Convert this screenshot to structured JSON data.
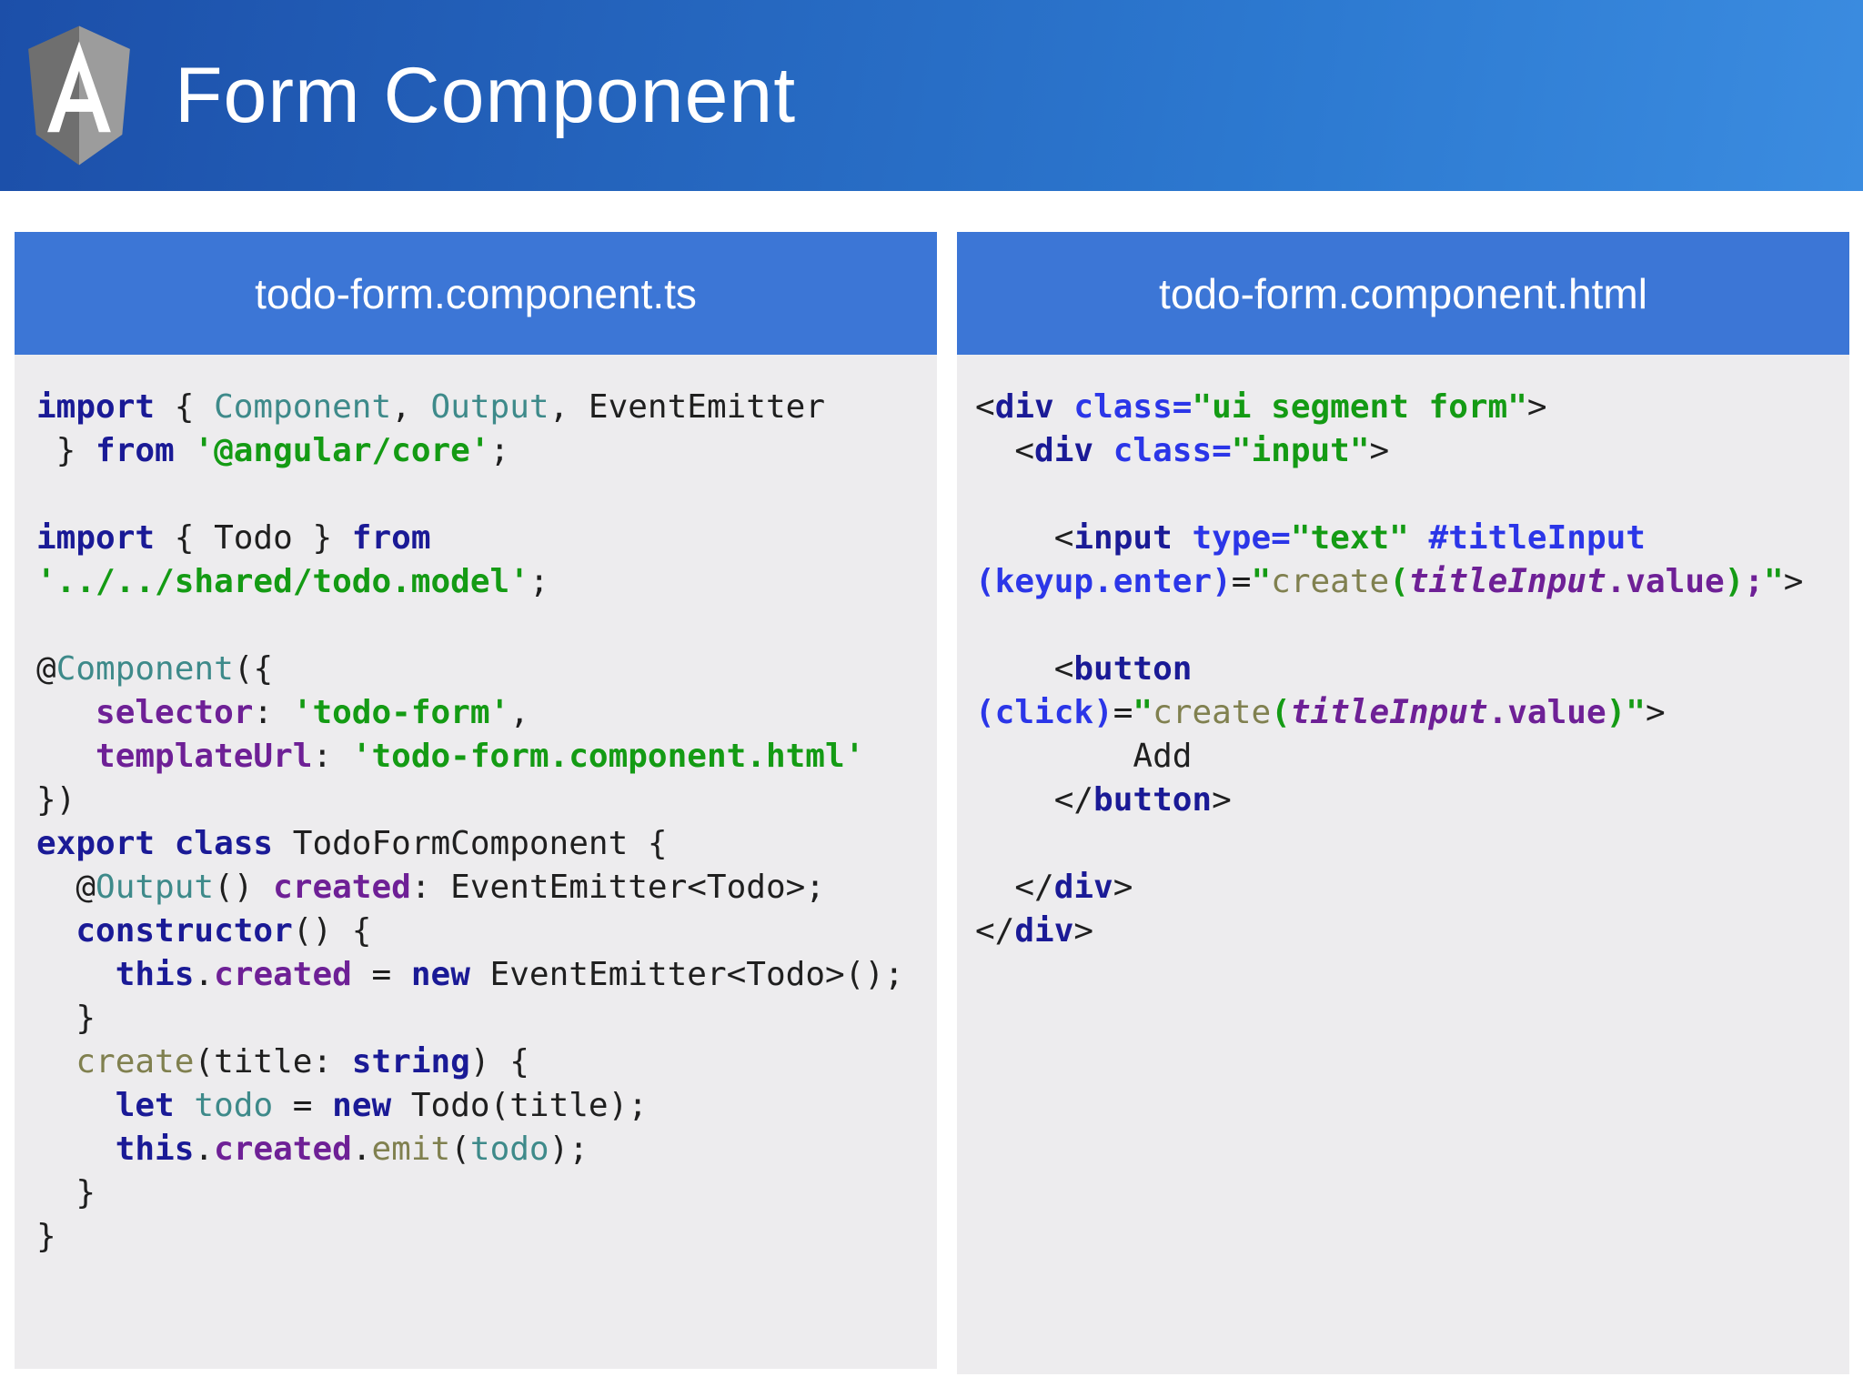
{
  "header": {
    "title": "Form Component",
    "logo_icon": "angular-shield-logo",
    "gradient_from": "#1c4fa9",
    "gradient_to": "#3b8ce0",
    "title_color": "#ffffff"
  },
  "colors": {
    "panel_title_bg": "#3c76d6",
    "code_bg": "#edecee",
    "keyword": "#1a1a96",
    "type": "#3e8a8a",
    "string": "#149b14",
    "property": "#6e2096",
    "function": "#80804f",
    "attribute": "#2b36e8",
    "plain": "#1f1f1f"
  },
  "panels": [
    {
      "title": "todo-form.component.ts",
      "lines": [
        [
          [
            "kw",
            "import"
          ],
          [
            "pln",
            " { "
          ],
          [
            "typ",
            "Component"
          ],
          [
            "pln",
            ", "
          ],
          [
            "typ",
            "Output"
          ],
          [
            "pln",
            ", EventEmitter"
          ]
        ],
        [
          [
            "pln",
            " } "
          ],
          [
            "kw",
            "from"
          ],
          [
            "pln",
            " "
          ],
          [
            "str",
            "'@angular/core'"
          ],
          [
            "pln",
            ";"
          ]
        ],
        [],
        [
          [
            "kw",
            "import"
          ],
          [
            "pln",
            " { Todo } "
          ],
          [
            "kw",
            "from"
          ]
        ],
        [
          [
            "str",
            "'../../shared/todo.model'"
          ],
          [
            "pln",
            ";"
          ]
        ],
        [],
        [
          [
            "pln",
            "@"
          ],
          [
            "typ",
            "Component"
          ],
          [
            "pln",
            "({"
          ]
        ],
        [
          [
            "pln",
            "   "
          ],
          [
            "prop",
            "selector"
          ],
          [
            "pln",
            ": "
          ],
          [
            "str",
            "'todo-form'"
          ],
          [
            "pln",
            ","
          ]
        ],
        [
          [
            "pln",
            "   "
          ],
          [
            "prop",
            "templateUrl"
          ],
          [
            "pln",
            ": "
          ],
          [
            "str",
            "'todo-form.component.html'"
          ]
        ],
        [
          [
            "pln",
            "})"
          ]
        ],
        [
          [
            "kw",
            "export"
          ],
          [
            "pln",
            " "
          ],
          [
            "kw",
            "class"
          ],
          [
            "pln",
            " TodoFormComponent {"
          ]
        ],
        [
          [
            "pln",
            "  @"
          ],
          [
            "typ",
            "Output"
          ],
          [
            "pln",
            "() "
          ],
          [
            "prop",
            "created"
          ],
          [
            "pln",
            ": EventEmitter<Todo>;"
          ]
        ],
        [
          [
            "pln",
            "  "
          ],
          [
            "kw",
            "constructor"
          ],
          [
            "pln",
            "() {"
          ]
        ],
        [
          [
            "pln",
            "    "
          ],
          [
            "kw",
            "this"
          ],
          [
            "pln",
            "."
          ],
          [
            "prop",
            "created"
          ],
          [
            "pln",
            " = "
          ],
          [
            "kw",
            "new"
          ],
          [
            "pln",
            " EventEmitter<Todo>();"
          ]
        ],
        [
          [
            "pln",
            "  }"
          ]
        ],
        [
          [
            "pln",
            "  "
          ],
          [
            "fn",
            "create"
          ],
          [
            "pln",
            "(title: "
          ],
          [
            "kw",
            "string"
          ],
          [
            "pln",
            ") {"
          ]
        ],
        [
          [
            "pln",
            "    "
          ],
          [
            "kw",
            "let"
          ],
          [
            "pln",
            " "
          ],
          [
            "typ",
            "todo"
          ],
          [
            "pln",
            " = "
          ],
          [
            "kw",
            "new"
          ],
          [
            "pln",
            " Todo(title);"
          ]
        ],
        [
          [
            "pln",
            "    "
          ],
          [
            "kw",
            "this"
          ],
          [
            "pln",
            "."
          ],
          [
            "prop",
            "created"
          ],
          [
            "pln",
            "."
          ],
          [
            "fn",
            "emit"
          ],
          [
            "pln",
            "("
          ],
          [
            "typ",
            "todo"
          ],
          [
            "pln",
            ");"
          ]
        ],
        [
          [
            "pln",
            "  }"
          ]
        ],
        [
          [
            "pln",
            "}"
          ]
        ]
      ]
    },
    {
      "title": "todo-form.component.html",
      "lines": [
        [
          [
            "pln",
            "<"
          ],
          [
            "kw",
            "div"
          ],
          [
            "pln",
            " "
          ],
          [
            "attr",
            "class="
          ],
          [
            "str",
            "\"ui segment form\""
          ],
          [
            "pln",
            ">"
          ]
        ],
        [
          [
            "pln",
            "  <"
          ],
          [
            "kw",
            "div"
          ],
          [
            "pln",
            " "
          ],
          [
            "attr",
            "class="
          ],
          [
            "str",
            "\"input\""
          ],
          [
            "pln",
            ">"
          ]
        ],
        [],
        [
          [
            "pln",
            "    <"
          ],
          [
            "kw",
            "input"
          ],
          [
            "pln",
            " "
          ],
          [
            "attr",
            "type="
          ],
          [
            "str",
            "\"text\""
          ],
          [
            "pln",
            " "
          ],
          [
            "attr",
            "#titleInput"
          ]
        ],
        [
          [
            "attr",
            "(keyup.enter)"
          ],
          [
            "pln",
            "="
          ],
          [
            "str",
            "\""
          ],
          [
            "fn",
            "create"
          ],
          [
            "str",
            "("
          ],
          [
            "var",
            "titleInput"
          ],
          [
            "prop",
            ".value"
          ],
          [
            "str",
            ")"
          ],
          [
            "prop",
            ";"
          ],
          [
            "str",
            "\""
          ],
          [
            "pln",
            ">"
          ]
        ],
        [],
        [
          [
            "pln",
            "    <"
          ],
          [
            "kw",
            "button"
          ]
        ],
        [
          [
            "attr",
            "(click)"
          ],
          [
            "pln",
            "="
          ],
          [
            "str",
            "\""
          ],
          [
            "fn",
            "create"
          ],
          [
            "str",
            "("
          ],
          [
            "var",
            "titleInput"
          ],
          [
            "prop",
            ".value"
          ],
          [
            "str",
            ")\""
          ],
          [
            "pln",
            ">"
          ]
        ],
        [
          [
            "pln",
            "        Add"
          ]
        ],
        [
          [
            "pln",
            "    </"
          ],
          [
            "kw",
            "button"
          ],
          [
            "pln",
            ">"
          ]
        ],
        [],
        [
          [
            "pln",
            "  </"
          ],
          [
            "kw",
            "div"
          ],
          [
            "pln",
            ">"
          ]
        ],
        [
          [
            "pln",
            "</"
          ],
          [
            "kw",
            "div"
          ],
          [
            "pln",
            ">"
          ]
        ]
      ]
    }
  ]
}
